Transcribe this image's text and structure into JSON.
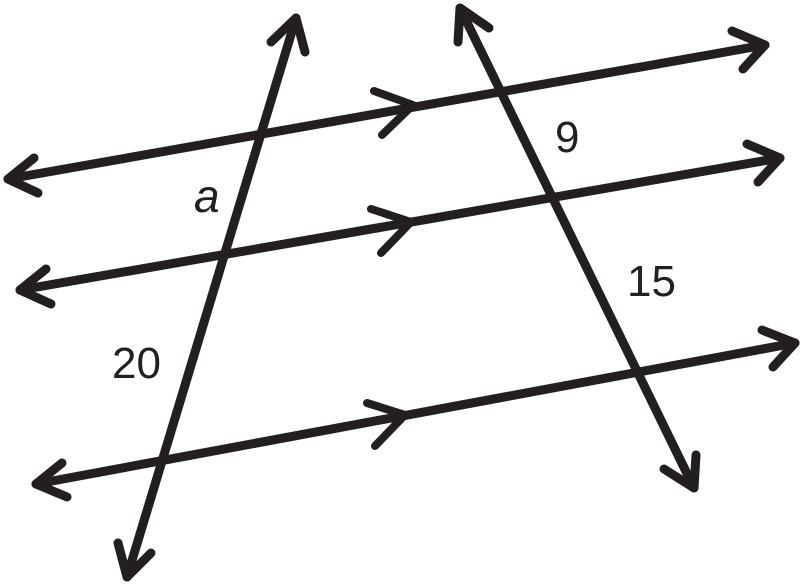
{
  "diagram": {
    "line_color": "#231f20",
    "background": "#ffffff",
    "labels": {
      "a": "a",
      "nine": "9",
      "fifteen": "15",
      "twenty": "20"
    }
  }
}
